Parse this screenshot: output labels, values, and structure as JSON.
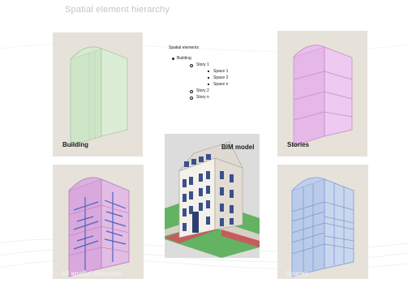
{
  "slide": {
    "title": "Spatial element hierarchy"
  },
  "tree": {
    "heading": "Spatial elements",
    "building": "Building",
    "story1": "Story 1",
    "spaces": [
      "Space 1",
      "Space 2",
      "Space n"
    ],
    "story2": "Story 2",
    "storyn": "Story n"
  },
  "panels": {
    "building": "Building",
    "stories": "Stories",
    "bim": "BIM model",
    "all_spatial": "All spatial elements",
    "spaces": "Spaces"
  },
  "colors": {
    "panel_bg": "#e6e2da",
    "building_green": "#cfe5c8",
    "stories_pink": "#e6b8e8",
    "spaces_blue": "#b9cbe8",
    "all_mix": "#d9a8dc"
  }
}
